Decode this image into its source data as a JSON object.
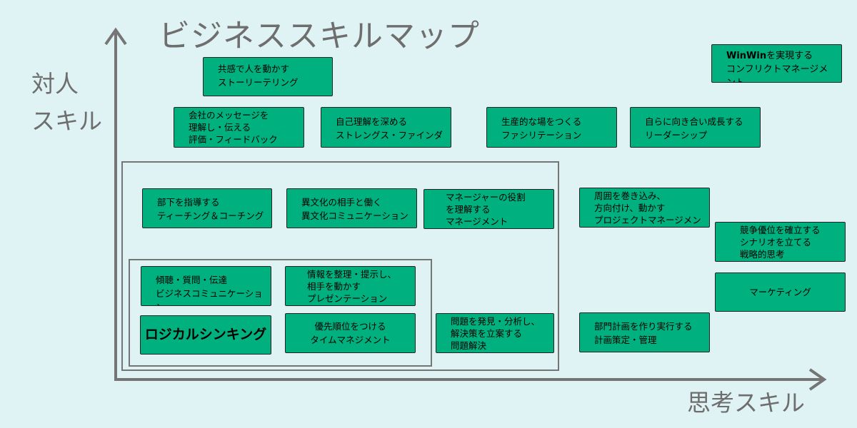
{
  "title": "ビジネススキルマップ",
  "y_axis_label": "対人\nスキル",
  "x_axis_label": "思考スキル",
  "colors": {
    "box_fill": "#00b07e",
    "axis": "#757575",
    "background": "#e0f3f4"
  },
  "boxes": {
    "kyokan": "共感で人を動かす\nストーリーテリング",
    "winwin_strong": "WinWin",
    "winwin_rest": "を実現する\nコンフリクトマネージメント",
    "kaisha": "会社のメッセージを\n理解し・伝える\n評価・フィードバック",
    "jiko": "自己理解を深める\nストレングス・ファインダー",
    "seisan": "生産的な場をつくる\nファシリテーション",
    "mizukara": "自らに向き合い成長する\nリーダーシップ",
    "buka": "部下を指導する\nティーチング＆コーチング",
    "ibunka": "異文化の相手と働く\n異文化コミュニケーション",
    "manager": "マネージャーの役割\nを理解する\nマネージメント",
    "shui": "周囲を巻き込み、\n方向付け、動かす\nプロジェクトマネージメント",
    "kyoso": "競争優位を確立する\nシナリオを立てる\n戦略的思考",
    "marketing": "マーケティング",
    "keicho": "傾聴・質問・伝達\nビジネスコミュニケーション",
    "joho": "情報を整理・提示し、\n相手を動かす\nプレゼンテーション",
    "logical": "ロジカルシンキング",
    "yusen": "優先順位をつける\nタイムマネジメント",
    "mondai": "問題を発見・分析し、\n解決策を立案する\n問題解決",
    "bumon": "部門計画を作り実行する\n計画策定・管理"
  }
}
